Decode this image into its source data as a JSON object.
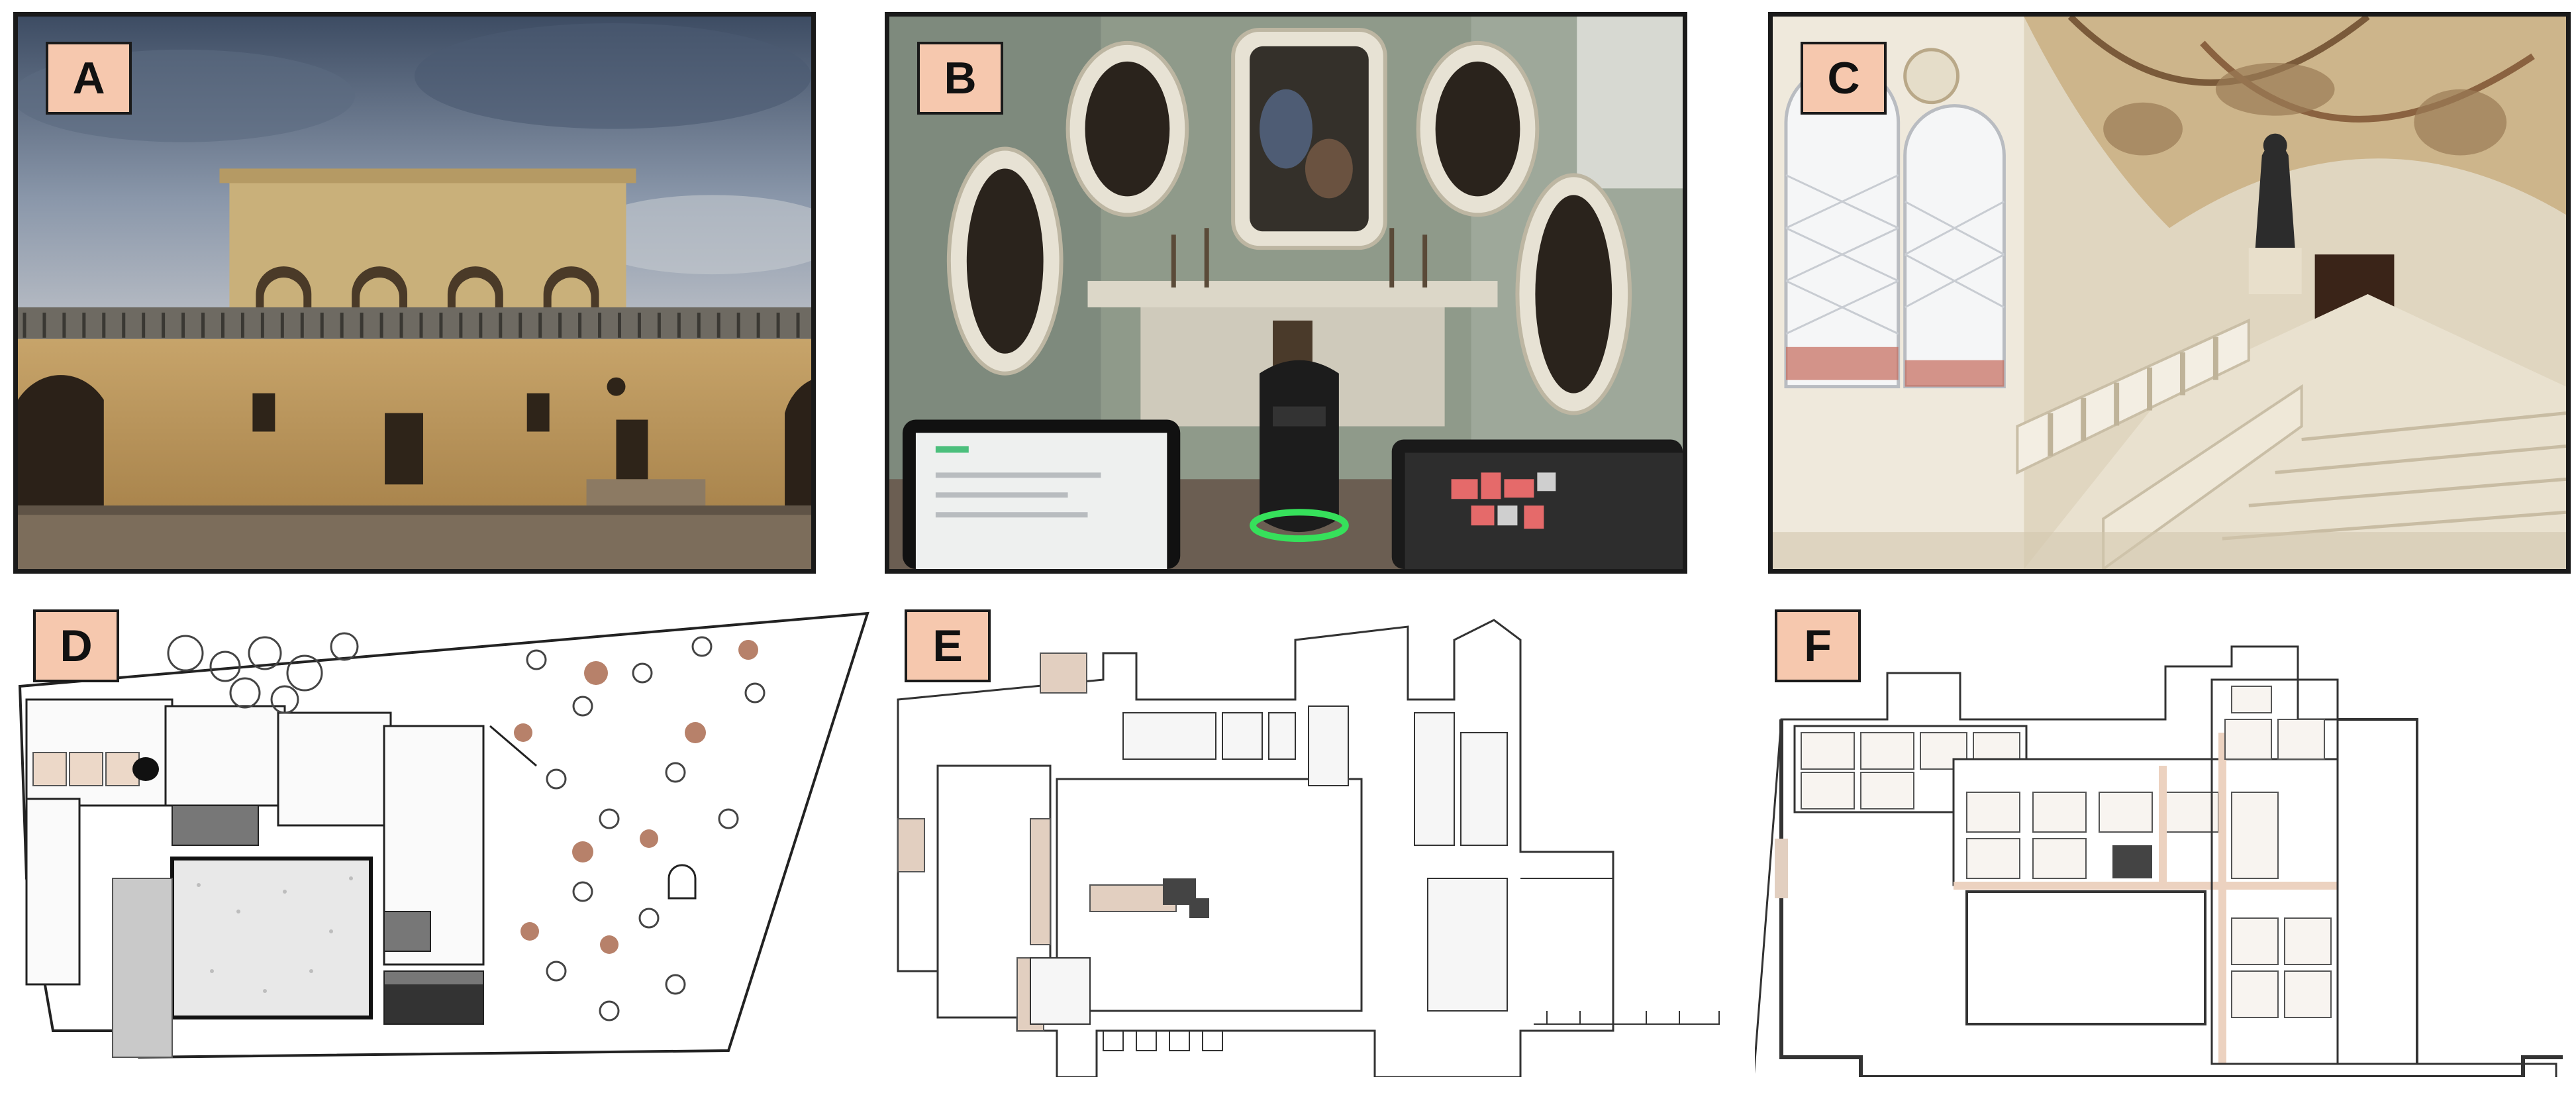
{
  "panels": [
    {
      "id": "A",
      "label": "A",
      "kind": "photo",
      "subject": "palace-facade"
    },
    {
      "id": "B",
      "label": "B",
      "kind": "photo",
      "subject": "chapel-laser-scan"
    },
    {
      "id": "C",
      "label": "C",
      "kind": "photo",
      "subject": "staircase-hall"
    },
    {
      "id": "D",
      "label": "D",
      "kind": "plan",
      "subject": "site-plan-garden"
    },
    {
      "id": "E",
      "label": "E",
      "kind": "plan",
      "subject": "ground-floor-plan"
    },
    {
      "id": "F",
      "label": "F",
      "kind": "plan",
      "subject": "upper-floor-plan"
    }
  ],
  "colors": {
    "label_bg": "#f6c8ae",
    "frame": "#1a1a1a",
    "stone": "#c9a66b",
    "sky": "#7f8fa6",
    "plan_line": "#3a3a3a",
    "plan_fill": "#e8c9b0"
  }
}
